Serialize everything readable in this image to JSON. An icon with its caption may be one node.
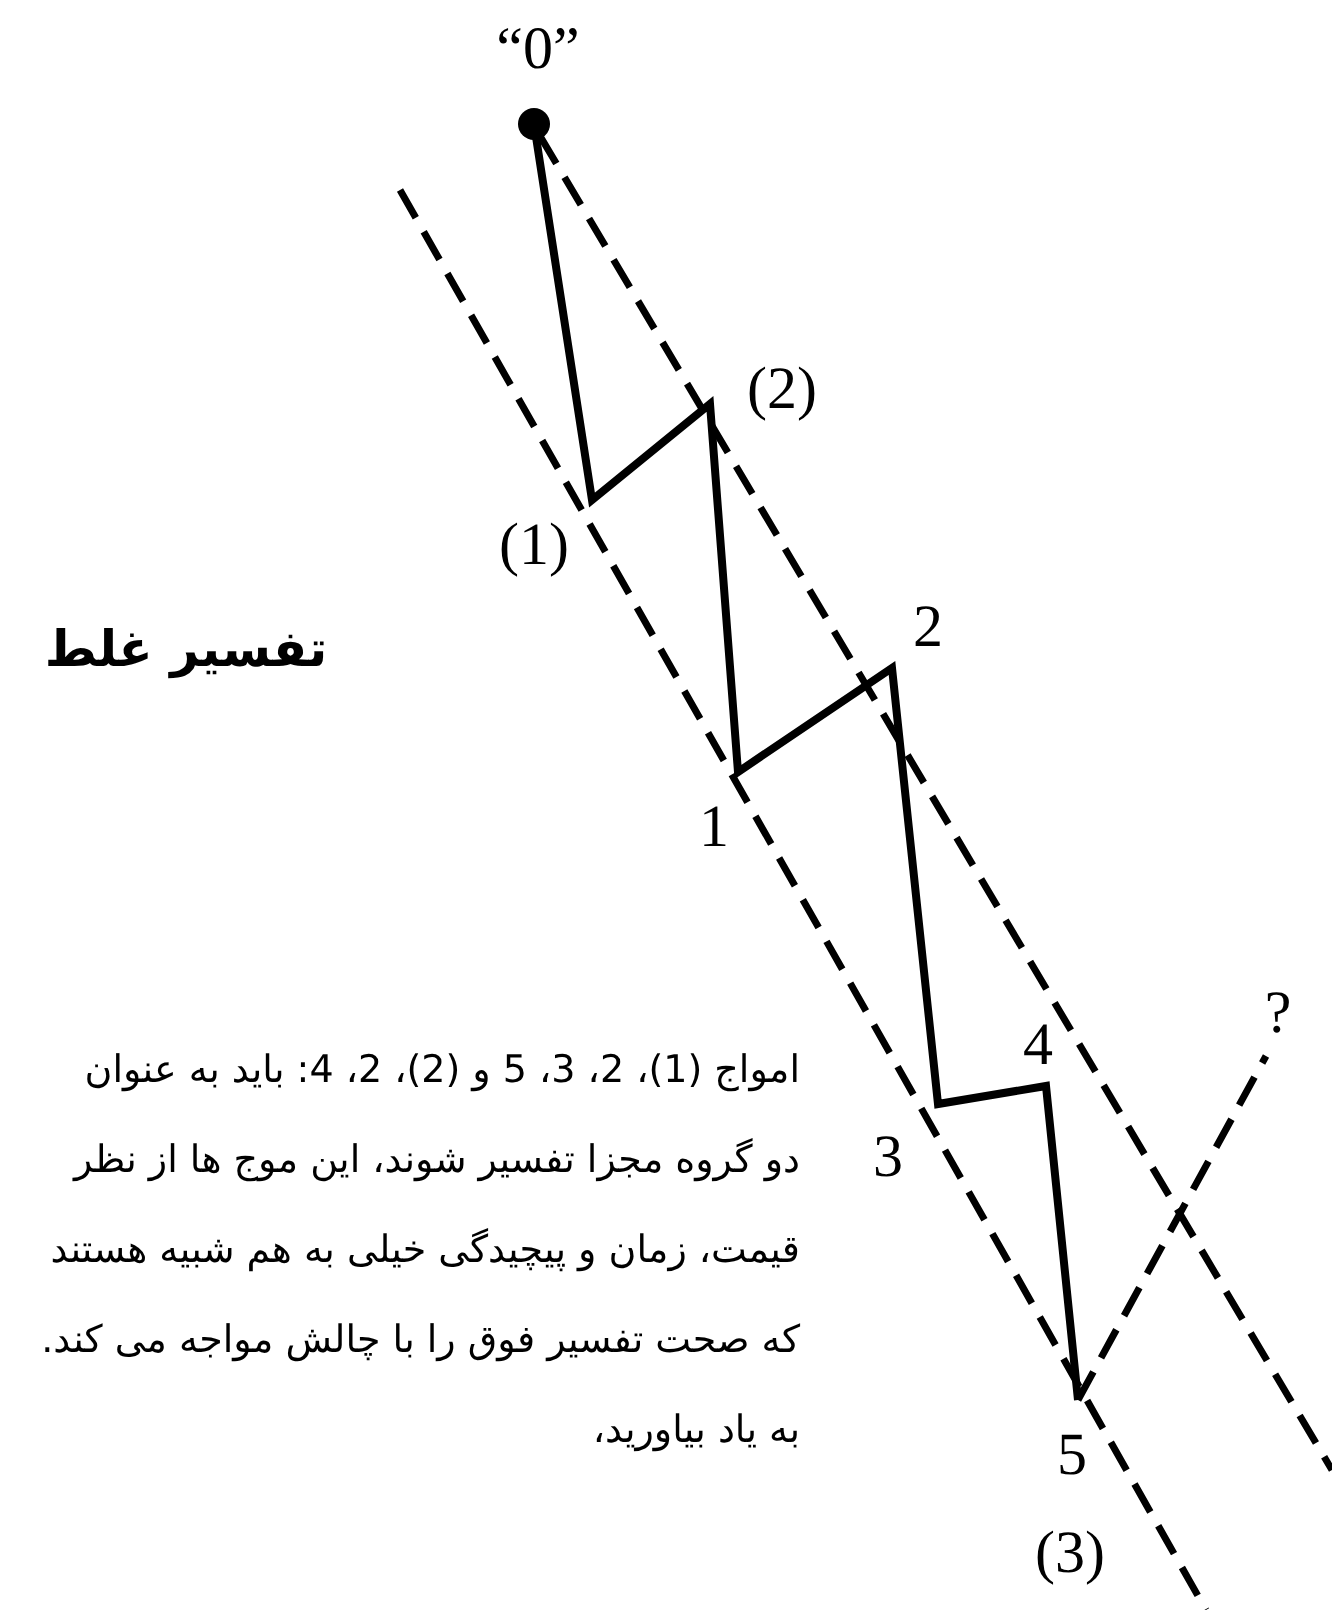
{
  "diagram": {
    "title": "تفسیر غلط",
    "labels": [
      "“0”",
      "(2)",
      "(1)",
      "2",
      "1",
      "4",
      "?",
      "3",
      "امواج (1)، 2، 3، 5 و (2)، 2، 4: باید به عنوان دو گروه مجزا تفسیر شوند، این موج ها از نظر قیمت، زمان و پیچیدگی خیلی به هم شبیه هستند که صحت تفسیر فوق را با چالش مواجه می کند. به یاد بیاورید،",
      "5",
      "(3)"
    ]
  }
}
